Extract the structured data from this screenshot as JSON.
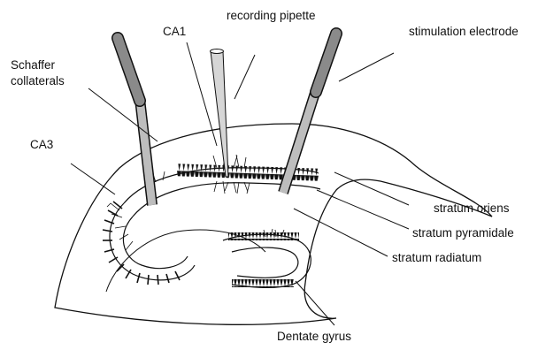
{
  "labels": {
    "ca1": "CA1",
    "recording_pipette": "recording pipette",
    "stimulation_electrode": "stimulation electrode",
    "schaffer_line1": "Schaffer",
    "schaffer_line2": "collaterals",
    "ca3": "CA3",
    "stratum_oriens": "stratum oriens",
    "stratum_pyramidale": "stratum pyramidale",
    "stratum_radiatum": "stratum radiatum",
    "dentate_gyrus": "Dentate gyrus"
  },
  "colors": {
    "ink": "#111111",
    "electrode_shaft": "#bdbdbd",
    "electrode_handle": "#8a8a8a",
    "pipette": "#d6d6d6"
  }
}
